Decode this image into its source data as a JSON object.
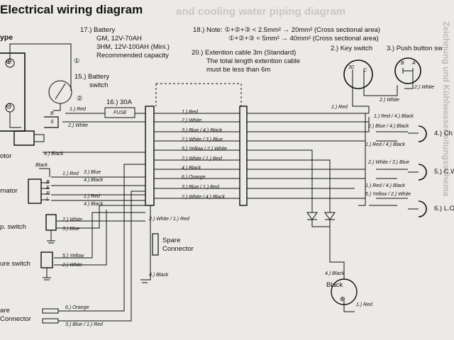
{
  "title": "Electrical wiring diagram",
  "ghost_title": "and cooling water piping diagram",
  "type_label": "ype",
  "side_text": "Zeichnung und Kühlwasserleitungsschema",
  "notes": {
    "battery": [
      "17.) Battery",
      "GM, 12V-70AH",
      "3HM, 12V-100AH (Mini.)",
      "Recommended capacity"
    ],
    "note18_line1": "18.) Note: ①+②+③ < 2.5mm² → 20mm² (Cross sectional area)",
    "note18_line2": "①+②+③ < 5mm² → 40mm² (Cross sectional area)",
    "cable": [
      "20.) Extention cable 3m (Standard)",
      "The total length extention cable",
      "must be less than 6m"
    ],
    "key_switch": "2.) Key switch",
    "push_button": "3.) Push button sw"
  },
  "components": {
    "battery_switch": [
      "15.) Battery",
      "switch"
    ],
    "fuse_title": "16.) 30A",
    "fuse_label": "FUSE",
    "motor": "otor",
    "alternator": "rnator",
    "oil_switch": "p. switch",
    "temp_switch": "ure switch",
    "spare_left": [
      "are",
      "Connector"
    ],
    "spare_mid": [
      "Spare",
      "Connector"
    ],
    "right_4": "4.) Ch",
    "right_5": "5.) C.W",
    "right_6": "6.) L.O",
    "black_bottom": "Black",
    "key_pins": [
      "30",
      "C"
    ],
    "push_pins": [
      "B",
      "A"
    ],
    "bat_plus": "⊕",
    "bat_minus": "⊖",
    "num1": "①",
    "num2": "②",
    "bs_pins": [
      "B",
      "S"
    ],
    "alt_pins": [
      "B",
      "E",
      "R",
      "L"
    ],
    "bulb_sym": "⊕"
  },
  "harness_labels": [
    "1.) Red",
    "2.) White",
    "3.) Blue / 4.) Black",
    "2.) White / 3.) Blue",
    "5.) Yellow / 2.) White",
    "2.) White / 1.) Red",
    "4.) Black",
    "6.) Orange",
    "3.) Blue / 1.) Red",
    "2.) White / 4.) Black"
  ],
  "left_wires": {
    "red1": "1.) Red",
    "white2": "2.) White",
    "black4": "4.) Black",
    "black": "Black",
    "alt1_red": "1.) Red",
    "alt3_blue": "3.) Blue",
    "alt4_black": "4.) Black",
    "alt1_red2": "1.) Red",
    "alt4_black2": "4.) Black",
    "oil_white": "2.) White",
    "oil_blue": "3.) Blue",
    "temp_yellow": "5.) Yellow",
    "temp_white": "2.) White",
    "spare_orange": "6.) Orange",
    "spare_bluered": "3.) Blue / 1.) Red"
  },
  "mid_wires": {
    "white_red": "2.) White / 1.) Red",
    "black": "4.) Black"
  },
  "right_wires": {
    "red_top": "1.) Red",
    "white_top": "2.) White",
    "white_sw": "2.) White",
    "red_black1": "1.) Red / 4.) Black",
    "blue_black": "2.) Blue / 4.) Black",
    "red_black2": "1.) Red / 4.) Black",
    "white_blue": "2.) White / 3.) Blue",
    "red_black3": "1.) Red / 4.) Black",
    "yellow_black": "5.) Yellow / 2.) White",
    "black_bottom": "4.) Black",
    "red_bottom": "1.) Red"
  },
  "colors": {
    "ink": "#111111",
    "paper": "#eceae6",
    "ghost": "#c9c7c2"
  }
}
